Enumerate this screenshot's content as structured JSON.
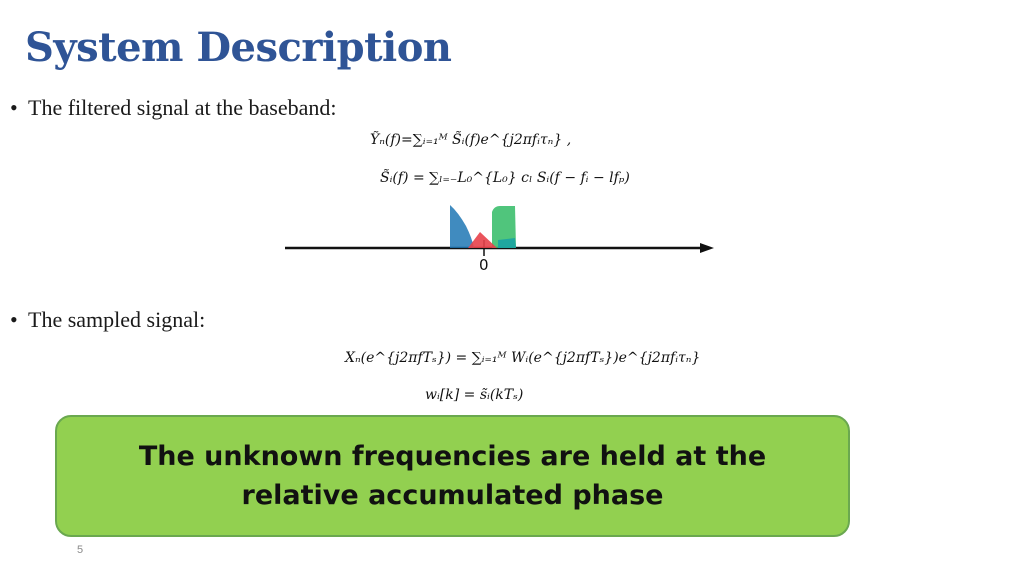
{
  "slide": {
    "title": "System Description",
    "bullets": [
      {
        "text": "The filtered signal at the baseband:"
      },
      {
        "text": "The sampled signal:"
      }
    ],
    "equations": {
      "eq1": "Ỹₙ(f)=∑ᵢ₌₁ᴹ S̃ᵢ(f)e^{j2πfᵢτₙ} ,",
      "eq2": "S̃ᵢ(f) = ∑ₗ₌₋L₀^{L₀} cₗ Sᵢ(f − fᵢ − lfₚ)",
      "eq3": "Xₙ(e^{j2πfTₛ}) = ∑ᵢ₌₁ᴹ Wᵢ(e^{j2πfTₛ})e^{j2πfᵢτₙ}",
      "eq4": "wᵢ[k] = s̃ᵢ(kTₛ)"
    },
    "axis_zero_label": "0",
    "callout_text": "The unknown frequencies are held at the relative accumulated phase",
    "page_number": "5",
    "colors": {
      "title": "#2f5496",
      "callout_fill": "#92d050",
      "callout_border": "#6aa84f",
      "shape_blue": "#1f77b4",
      "shape_green": "#3dbf6e",
      "shape_red": "#e8414a",
      "shape_teal": "#1aa3a3"
    }
  }
}
